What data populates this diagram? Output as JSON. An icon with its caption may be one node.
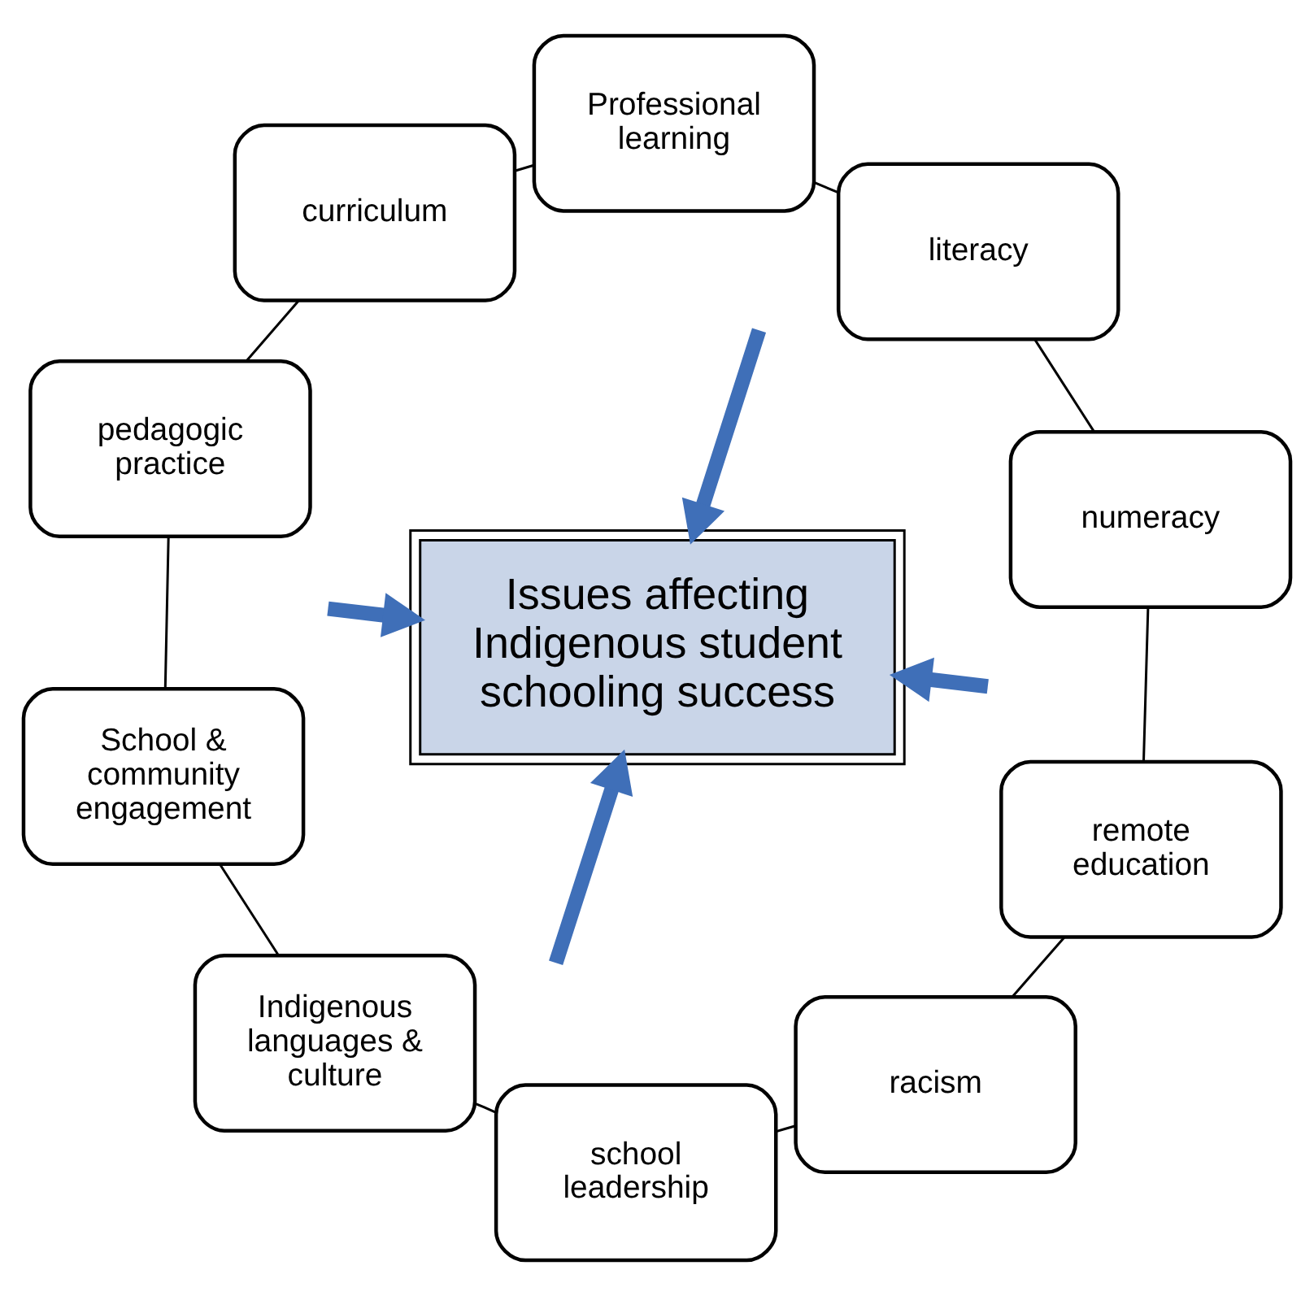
{
  "diagram": {
    "nodes": [
      {
        "text": [
          "Issues affecting Indigenous student schooling success"
        ]
      },
      {
        "text": [
          "School & community engagement"
        ]
      },
      {
        "text": [
          "pedagogic practice"
        ]
      },
      {
        "text": [
          "curriculum"
        ]
      },
      {
        "text": [
          "Professional learning"
        ]
      },
      {
        "text": [
          "literacy"
        ]
      },
      {
        "text": [
          "numeracy"
        ]
      },
      {
        "text": [
          "remote education"
        ]
      },
      {
        "text": [
          "racism"
        ]
      },
      {
        "text": [
          "school leadership"
        ]
      },
      {
        "text": [
          "Indigenous languages & culture"
        ]
      }
    ],
    "edges": [
      {
        "from": 1,
        "to": 2,
        "arrow": "none"
      },
      {
        "from": 2,
        "to": 3,
        "arrow": "none"
      },
      {
        "from": 3,
        "to": 4,
        "arrow": "none"
      },
      {
        "from": 4,
        "to": 5,
        "arrow": "none"
      },
      {
        "from": 5,
        "to": 6,
        "arrow": "none"
      },
      {
        "from": 6,
        "to": 7,
        "arrow": "none"
      },
      {
        "from": 7,
        "to": 8,
        "arrow": "none"
      },
      {
        "from": 8,
        "to": 9,
        "arrow": "none"
      },
      {
        "from": 9,
        "to": 10,
        "arrow": "none"
      },
      {
        "from": 10,
        "to": 1,
        "arrow": "none"
      },
      {
        "from": null,
        "to": 0,
        "arrow": "to",
        "style": "thick",
        "color": "#3f6fb8"
      },
      {
        "from": null,
        "to": 0,
        "arrow": "to",
        "style": "thick",
        "color": "#3f6fb8"
      },
      {
        "from": null,
        "to": 0,
        "arrow": "to",
        "style": "thick",
        "color": "#3f6fb8"
      },
      {
        "from": null,
        "to": 0,
        "arrow": "to",
        "style": "thick",
        "color": "#3f6fb8"
      }
    ]
  }
}
